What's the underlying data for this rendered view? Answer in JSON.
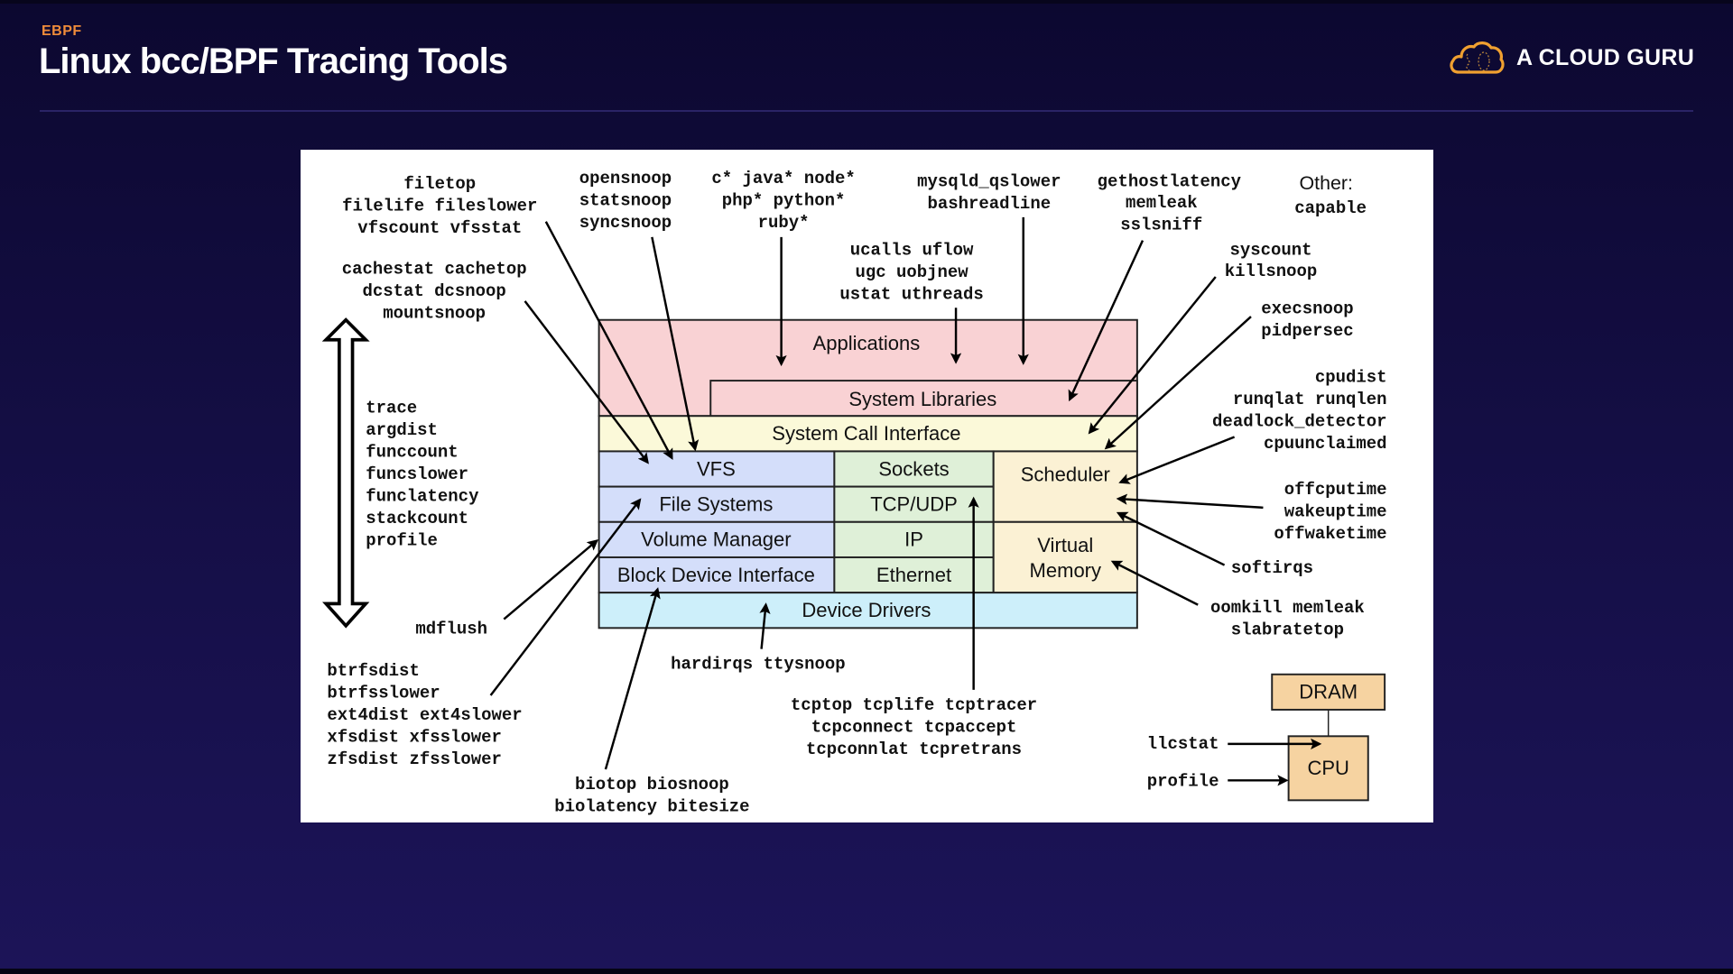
{
  "header": {
    "eyebrow": "EBPF",
    "title": "Linux bcc/BPF Tracing Tools",
    "brand": "A CLOUD GURU",
    "brand_icon": "cloud-logo-icon"
  },
  "colors": {
    "accent": "#f08c3a",
    "applications": "#f9d2d4",
    "syscall": "#fbf9d9",
    "storage": "#d4defa",
    "network": "#dff0d8",
    "sched_vm": "#fbf1d4",
    "drivers": "#cdeffa",
    "hardware": "#f6d3a1"
  },
  "diagram": {
    "layers": {
      "applications": "Applications",
      "system_libraries": "System Libraries",
      "system_call_interface": "System Call Interface",
      "vfs": "VFS",
      "file_systems": "File Systems",
      "volume_manager": "Volume Manager",
      "block_device_interface": "Block Device Interface",
      "sockets": "Sockets",
      "tcp_udp": "TCP/UDP",
      "ip": "IP",
      "ethernet": "Ethernet",
      "scheduler": "Scheduler",
      "virtual_memory_1": "Virtual",
      "virtual_memory_2": "Memory",
      "device_drivers": "Device Drivers",
      "dram": "DRAM",
      "cpu": "CPU"
    },
    "tool_groups": {
      "filetop": [
        "filetop",
        "filelife fileslower",
        "vfscount vfsstat"
      ],
      "cachestat": [
        "cachestat cachetop",
        "dcstat dcsnoop",
        "mountsnoop"
      ],
      "opensnoop": [
        "opensnoop",
        "statsnoop",
        "syncsnoop"
      ],
      "languages": [
        "c* java* node*",
        "php* python*",
        "ruby*"
      ],
      "ucalls": [
        "ucalls uflow",
        "ugc uobjnew",
        "ustat uthreads"
      ],
      "mysqld": [
        "mysqld_qslower",
        "bashreadline"
      ],
      "gethost": [
        "gethostlatency",
        "memleak",
        "sslsniff"
      ],
      "other_label": "Other:",
      "other": [
        "capable"
      ],
      "syscount": [
        "syscount",
        "killsnoop"
      ],
      "execsnoop": [
        "execsnoop",
        "pidpersec"
      ],
      "cpudist": [
        "cpudist",
        "runqlat runqlen",
        "deadlock_detector",
        "cpuunclaimed"
      ],
      "offcpu": [
        "offcputime",
        "wakeuptime",
        "offwaketime"
      ],
      "softirqs": [
        "softirqs"
      ],
      "oomkill": [
        "oomkill memleak",
        "slabratetop"
      ],
      "multi": [
        "trace",
        "argdist",
        "funccount",
        "funcslower",
        "funclatency",
        "stackcount",
        "profile"
      ],
      "mdflush": [
        "mdflush"
      ],
      "fs_tools": [
        "btrfsdist",
        "btrfsslower",
        "ext4dist ext4slower",
        "xfsdist xfsslower",
        "zfsdist zfsslower"
      ],
      "bio": [
        "biotop biosnoop",
        "biolatency bitesize"
      ],
      "hardirqs": [
        "hardirqs ttysnoop"
      ],
      "tcp": [
        "tcptop tcplife tcptracer",
        "tcpconnect tcpaccept",
        "tcpconnlat tcpretrans"
      ],
      "llcstat": [
        "llcstat"
      ],
      "profile_cpu": [
        "profile"
      ]
    }
  }
}
